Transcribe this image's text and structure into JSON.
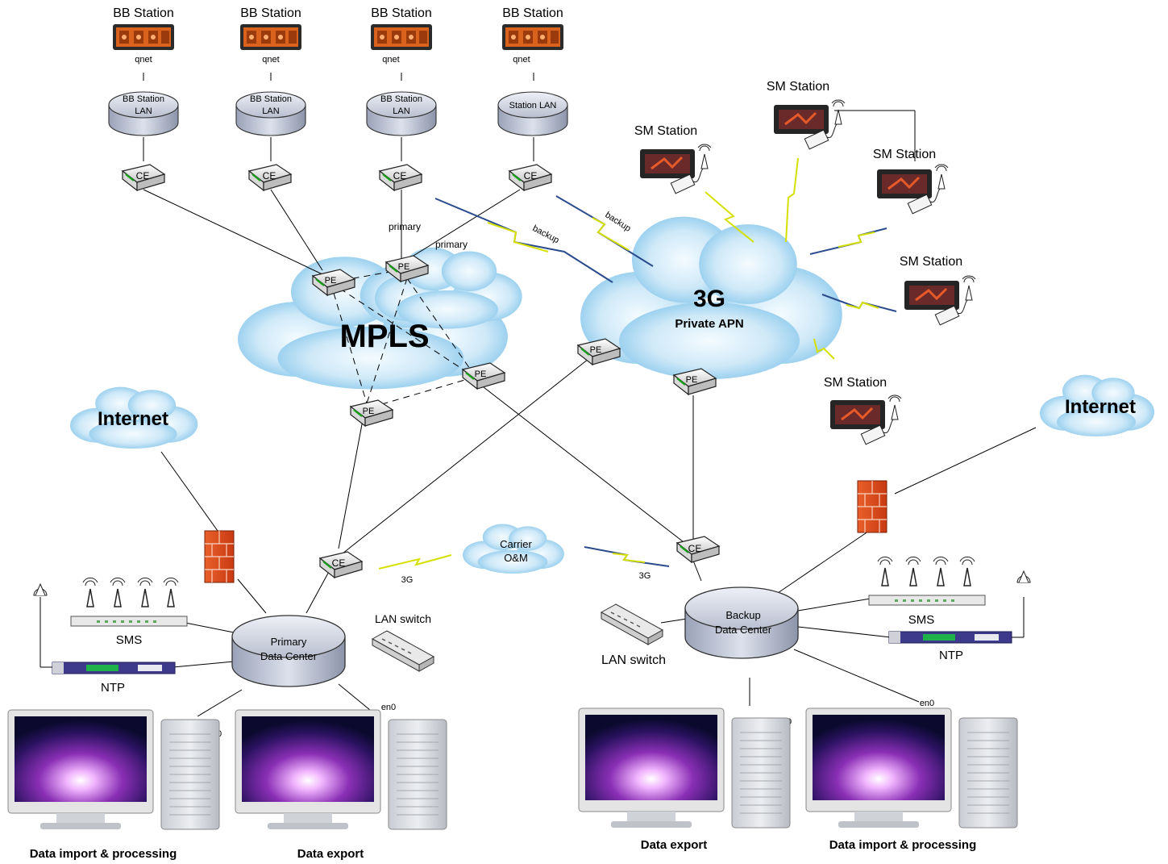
{
  "stations": {
    "bb1": {
      "title": "BB Station",
      "link": "qnet",
      "lan": [
        "BB Station",
        "LAN"
      ]
    },
    "bb2": {
      "title": "BB Station",
      "link": "qnet",
      "lan": [
        "BB Station",
        "LAN"
      ]
    },
    "bb3": {
      "title": "BB Station",
      "link": "qnet",
      "lan": [
        "BB Station",
        "LAN"
      ]
    },
    "bb4": {
      "title": "BB Station",
      "link": "qnet",
      "lan": [
        "Station LAN"
      ]
    }
  },
  "sm_stations": [
    "SM Station",
    "SM Station",
    "SM Station",
    "SM Station",
    "SM Station"
  ],
  "routers": {
    "ce": "CE",
    "pe": "PE"
  },
  "links": {
    "primary": "primary",
    "backup": "backup",
    "g3": "3G",
    "en0": "en0"
  },
  "clouds": {
    "mpls": "MPLS",
    "g3_title": "3G",
    "g3_sub": "Private APN",
    "internet": "Internet",
    "carrier": [
      "Carrier",
      "O&M"
    ]
  },
  "primary_dc": {
    "name": [
      "Primary",
      "Data Center"
    ],
    "sms": "SMS",
    "ntp": "NTP",
    "lan_switch": "LAN switch",
    "ws_import": "Data import & processing",
    "ws_export": "Data export"
  },
  "backup_dc": {
    "name": [
      "Backup",
      "Data Center"
    ],
    "sms": "SMS",
    "ntp": "NTP",
    "lan_switch": "LAN switch",
    "ws_import": "Data import & processing",
    "ws_export": "Data export"
  }
}
